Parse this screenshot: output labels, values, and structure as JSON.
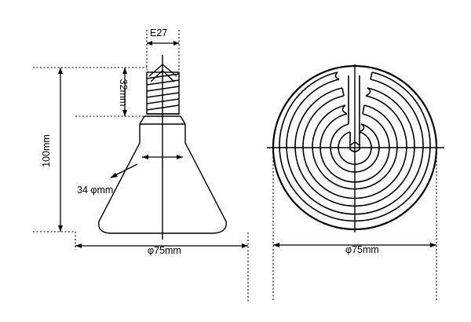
{
  "side_view": {
    "socket_label": "E27",
    "socket_height_label": "32mm",
    "total_height_label": "100mm",
    "neck_diameter_label": "34 φmm",
    "base_diameter_label": "φ75mm"
  },
  "front_view": {
    "diameter_label": "φ75mm"
  }
}
